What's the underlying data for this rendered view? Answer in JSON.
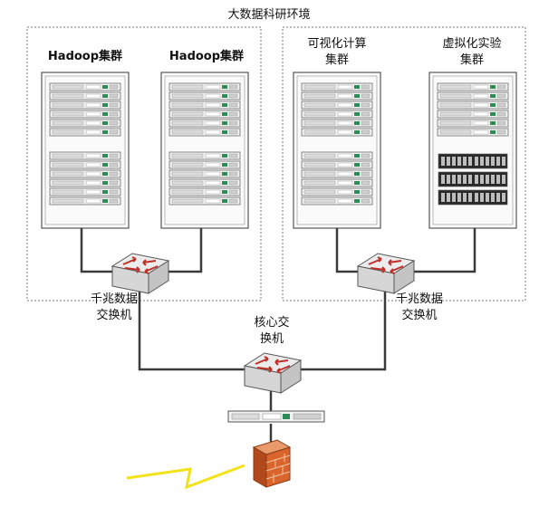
{
  "title": "大数据科研环境",
  "clusters": {
    "hadoop1": {
      "label": "Hadoop集群"
    },
    "hadoop2": {
      "label": "Hadoop集群"
    },
    "visual": {
      "label_line1": "可视化计算",
      "label_line2": "集群"
    },
    "virtual": {
      "label_line1": "虚拟化实验",
      "label_line2": "集群"
    }
  },
  "switches": {
    "left": {
      "label_line1": "千兆数据",
      "label_line2": "交换机"
    },
    "right": {
      "label_line1": "千兆数据",
      "label_line2": "交换机"
    },
    "core": {
      "label_line1": "核心交",
      "label_line2": "换机"
    }
  },
  "colors": {
    "line": "#3a3a3a",
    "rack": "#555555",
    "arrow": "#c0302a",
    "firewall": "#d9642c",
    "lightning": "#f2e21b"
  }
}
